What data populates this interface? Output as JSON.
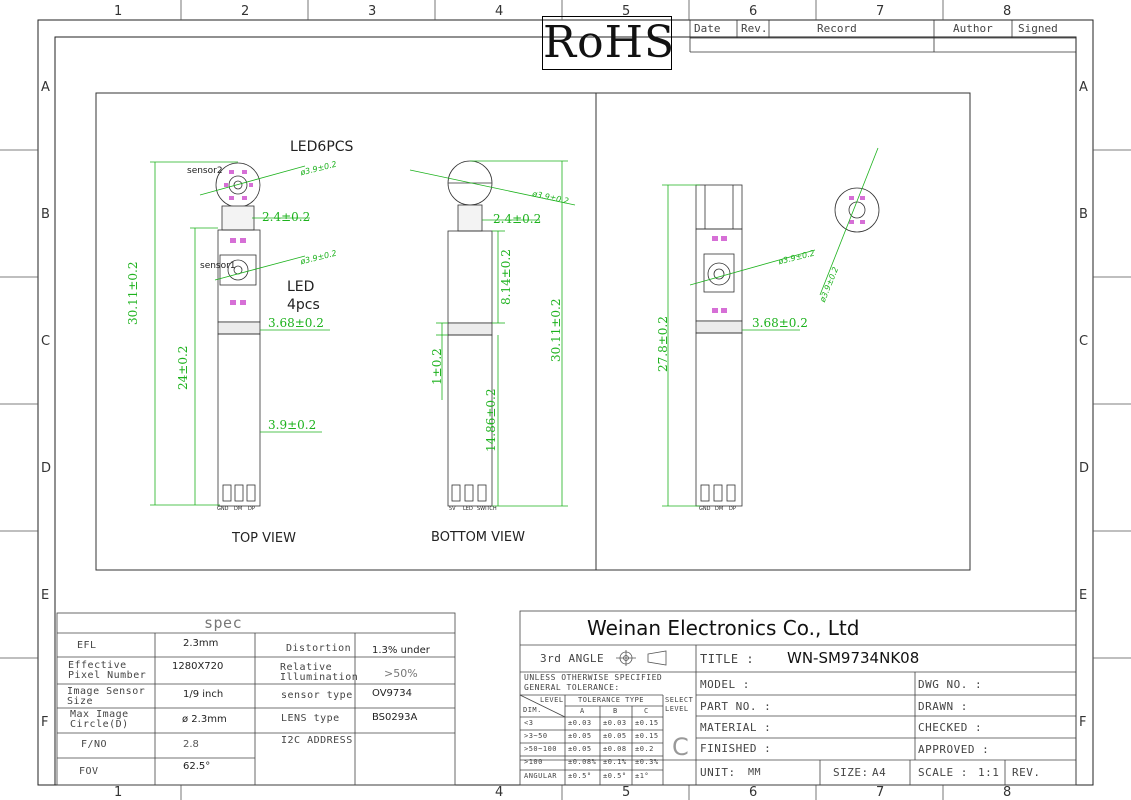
{
  "grid": {
    "columns_top": [
      "1",
      "2",
      "3",
      "4",
      "5",
      "6",
      "7",
      "8"
    ],
    "columns_bottom": [
      "1",
      "4",
      "5",
      "6",
      "7",
      "8"
    ],
    "rows": [
      "A",
      "B",
      "C",
      "D",
      "E",
      "F"
    ]
  },
  "rohs": "RoHS",
  "revision_header": {
    "date": "Date",
    "rev": "Rev.",
    "record": "Record",
    "author": "Author",
    "signed": "Signed"
  },
  "drawing": {
    "labels": {
      "led6pcs": "LED6PCS",
      "sensor2": "sensor2",
      "sensor1": "sensor1",
      "led": "LED",
      "led_count": "4pcs",
      "top_view": "TOP VIEW",
      "bottom_view": "BOTTOM VIEW"
    },
    "dimensions": {
      "top_len_total": "30.11±0.2",
      "top_len_24": "24±0.2",
      "top_w_2_4": "2.4±0.2",
      "top_dia_1": "ø3.9±0.2",
      "top_dia_2": "ø3.9±0.2",
      "top_w_3_68": "3.68±0.2",
      "top_w_3_9": "3.9±0.2",
      "bot_dia": "ø3.9±0.2",
      "bot_w_2_4": "2.4±0.2",
      "bot_len_8_14": "8.14±0.2",
      "bot_len_1": "1±0.2",
      "bot_len_14_86": "14.86±0.2",
      "bot_len_total": "30.11±0.2",
      "side_dia_1": "ø3.9±0.2",
      "side_dia_2": "ø3.9±0.2",
      "side_w_3_68": "3.68±0.2",
      "side_len_27_8": "27.8±0.2"
    },
    "pins": {
      "top": [
        "GND",
        "DM",
        "DP"
      ],
      "bottom": [
        "5V",
        "LED",
        "SWITCH"
      ],
      "side": [
        "GND",
        "DM",
        "DP"
      ]
    }
  },
  "spec": {
    "title": "spec",
    "rows": [
      {
        "label": "EFL",
        "value": "2.3mm",
        "label2": "Distortion",
        "value2": "1.3% under"
      },
      {
        "label": "Effective Pixel Number",
        "value": "1280X720",
        "label2": "Relative Illumination",
        "value2": ">50%"
      },
      {
        "label": "Image Sensor Size",
        "value": "1/9 inch",
        "label2": "sensor type",
        "value2": "OV9734"
      },
      {
        "label": "Max Image Circle(D)",
        "value": "ø 2.3mm",
        "label2": "LENS type",
        "value2": "BS0293A"
      },
      {
        "label": "F/NO",
        "value": "2.8",
        "label2": "I2C ADDRESS",
        "value2": ""
      },
      {
        "label": "FOV",
        "value": "62.5°",
        "label2": "",
        "value2": ""
      }
    ]
  },
  "title_block": {
    "company": "Weinan Electronics Co., Ltd",
    "projection": "3rd ANGLE",
    "title_label": "TITLE :",
    "title_value": "WN-SM9734NK08",
    "tolerance_header_1": "UNLESS OTHERWISE SPECIFIED",
    "tolerance_header_2": "GENERAL TOLERANCE:",
    "level": "LEVEL",
    "dim": "DIM.",
    "tolerance_type": "TOLERANCE TYPE",
    "select_level": "SELECT LEVEL",
    "cols": [
      "A",
      "B",
      "C"
    ],
    "tol_rows": [
      {
        "dim": "<3",
        "a": "±0.03",
        "b": "±0.03",
        "c": "±0.15"
      },
      {
        "dim": ">3~50",
        "a": "±0.05",
        "b": "±0.05",
        "c": "±0.15"
      },
      {
        "dim": ">50~100",
        "a": "±0.05",
        "b": "±0.08",
        "c": "±0.2"
      },
      {
        "dim": ">100",
        "a": "±0.08%",
        "b": "±0.1%",
        "c": "±0.3%"
      },
      {
        "dim": "ANGULAR",
        "a": "±0.5°",
        "b": "±0.5°",
        "c": "±1°"
      }
    ],
    "selected_level": "C",
    "model": "MODEL :",
    "part_no": "PART NO. :",
    "material": "MATERIAL :",
    "finished": "FINISHED :",
    "dwg_no": "DWG NO. :",
    "drawn": "DRAWN :",
    "checked": "CHECKED :",
    "approved": "APPROVED :",
    "unit_label": "UNIT:",
    "unit_value": "MM",
    "size_label": "SIZE:",
    "size_value": "A4",
    "scale_label": "SCALE :",
    "scale_value": "1:1",
    "rev": "REV."
  }
}
